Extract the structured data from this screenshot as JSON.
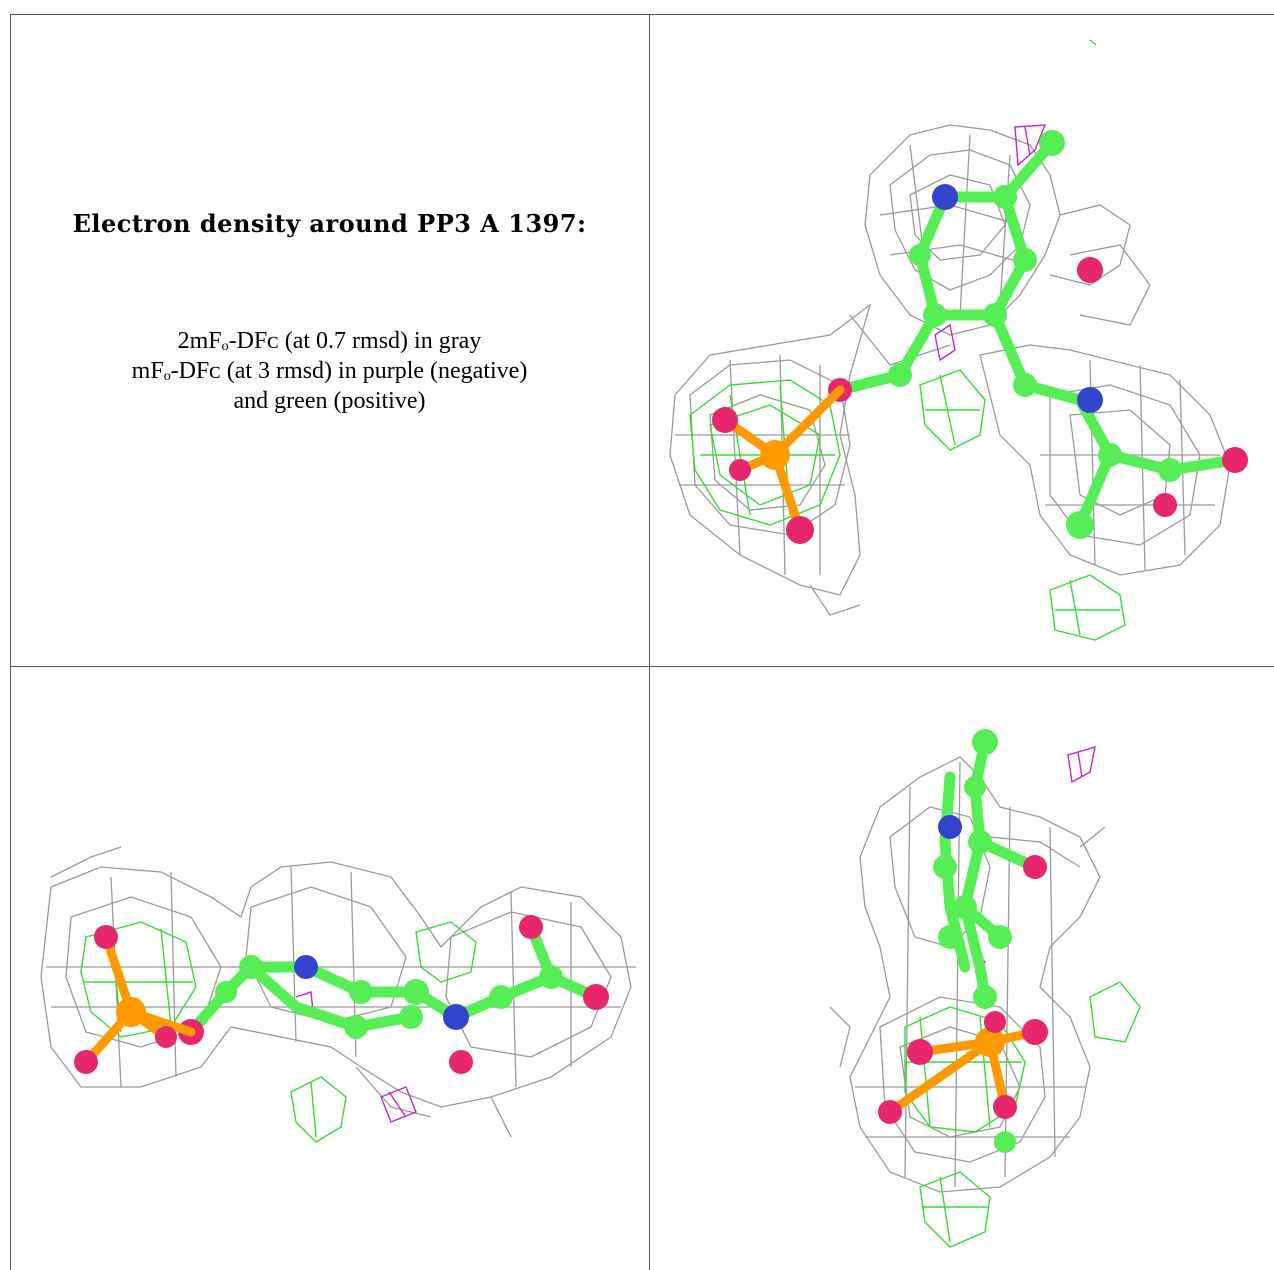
{
  "caption": {
    "title": "Electron density around PP3 A 1397:",
    "line1": "2mFₒ-DFᴄ (at 0.7 rmsd) in gray",
    "line2": "mFₒ-DFᴄ (at 3 rmsd) in purple (negative)",
    "line3": "and green (positive)"
  },
  "colors": {
    "mesh_gray": "#9a9a9a",
    "positive_green": "#33dd33",
    "negative_purple": "#cc22cc",
    "carbon": "#55ee55",
    "oxygen": "#e8266e",
    "nitrogen": "#3344cc",
    "phosphorus": "#ff9900"
  },
  "views": [
    {
      "name": "view-top-right"
    },
    {
      "name": "view-bottom-left"
    },
    {
      "name": "view-bottom-right"
    }
  ]
}
